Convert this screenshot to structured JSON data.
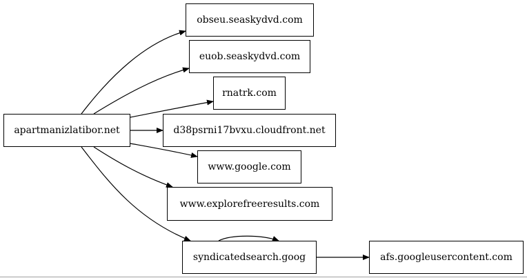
{
  "diagram": {
    "type": "directed-graph",
    "nodes": {
      "root": "apartmanizlatibor.net",
      "obseu": "obseu.seaskydvd.com",
      "euob": "euob.seaskydvd.com",
      "rnatrk": "rnatrk.com",
      "d38": "d38psrni17bvxu.cloudfront.net",
      "google": "www.google.com",
      "explore": "www.explorefreeresults.com",
      "synd": "syndicatedsearch.goog",
      "afs": "afs.googleusercontent.com"
    },
    "edges": [
      {
        "from": "apartmanizlatibor.net",
        "to": "obseu.seaskydvd.com"
      },
      {
        "from": "apartmanizlatibor.net",
        "to": "euob.seaskydvd.com"
      },
      {
        "from": "apartmanizlatibor.net",
        "to": "rnatrk.com"
      },
      {
        "from": "apartmanizlatibor.net",
        "to": "d38psrni17bvxu.cloudfront.net"
      },
      {
        "from": "apartmanizlatibor.net",
        "to": "www.google.com"
      },
      {
        "from": "apartmanizlatibor.net",
        "to": "www.explorefreeresults.com"
      },
      {
        "from": "apartmanizlatibor.net",
        "to": "syndicatedsearch.goog"
      },
      {
        "from": "syndicatedsearch.goog",
        "to": "syndicatedsearch.goog"
      },
      {
        "from": "syndicatedsearch.goog",
        "to": "afs.googleusercontent.com"
      }
    ],
    "colors": {
      "stroke": "#000000",
      "background": "#ffffff"
    }
  }
}
